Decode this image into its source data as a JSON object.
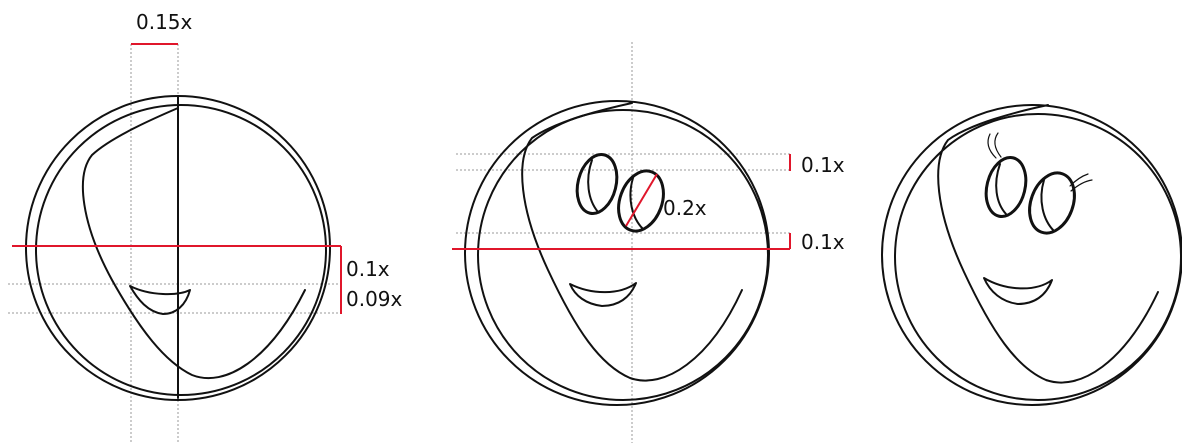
{
  "colors": {
    "ink": "#111111",
    "measure": "#e0162b",
    "guide": "#9a9a9a",
    "background": "#ffffff"
  },
  "panels": [
    {
      "id": "panel-1",
      "measurements": {
        "top_width": "0.15x",
        "right_upper": "0.1x",
        "right_lower": "0.09x"
      }
    },
    {
      "id": "panel-2",
      "measurements": {
        "upper_eye_gap": "0.1x",
        "eye_diagonal": "0.2x",
        "lower_gap": "0.1x"
      }
    },
    {
      "id": "panel-3"
    }
  ]
}
